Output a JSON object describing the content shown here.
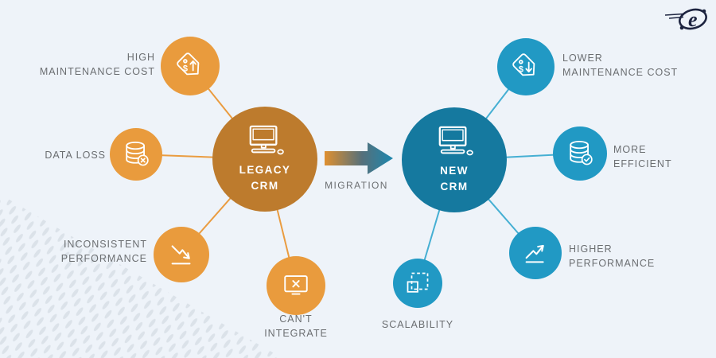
{
  "colors": {
    "background": "#eef3f9",
    "legacy_hub": "#bd7b2d",
    "legacy_satellite": "#e99b3d",
    "legacy_connector": "#ea9c40",
    "new_hub": "#15799f",
    "new_satellite": "#2199c4",
    "new_connector": "#45afd3",
    "label_text": "#6b6e71",
    "arrow_gradient_start": "#df9030",
    "arrow_gradient_end": "#1d87ae",
    "logo": "#1d2440"
  },
  "hubs": {
    "legacy": {
      "label": "LEGACY\nCRM",
      "icon": "desktop-computer-icon"
    },
    "new": {
      "label": "NEW\nCRM",
      "icon": "desktop-computer-icon"
    }
  },
  "migration": {
    "label": "MIGRATION"
  },
  "legacy_satellites": [
    {
      "label": "HIGH\nMAINTENANCE COST",
      "icon": "price-tag-arrow-up-icon"
    },
    {
      "label": "DATA LOSS",
      "icon": "database-error-icon"
    },
    {
      "label": "INCONSISTENT\nPERFORMANCE",
      "icon": "declining-chart-icon"
    },
    {
      "label": "CAN'T\nINTEGRATE",
      "icon": "monitor-x-icon"
    }
  ],
  "new_satellites": [
    {
      "label": "LOWER\nMAINTENANCE COST",
      "icon": "price-tag-arrow-down-icon"
    },
    {
      "label": "MORE\nEFFICIENT",
      "icon": "database-check-icon"
    },
    {
      "label": "HIGHER\nPERFORMANCE",
      "icon": "rising-chart-icon"
    },
    {
      "label": "SCALABILITY",
      "icon": "expand-square-icon"
    }
  ]
}
